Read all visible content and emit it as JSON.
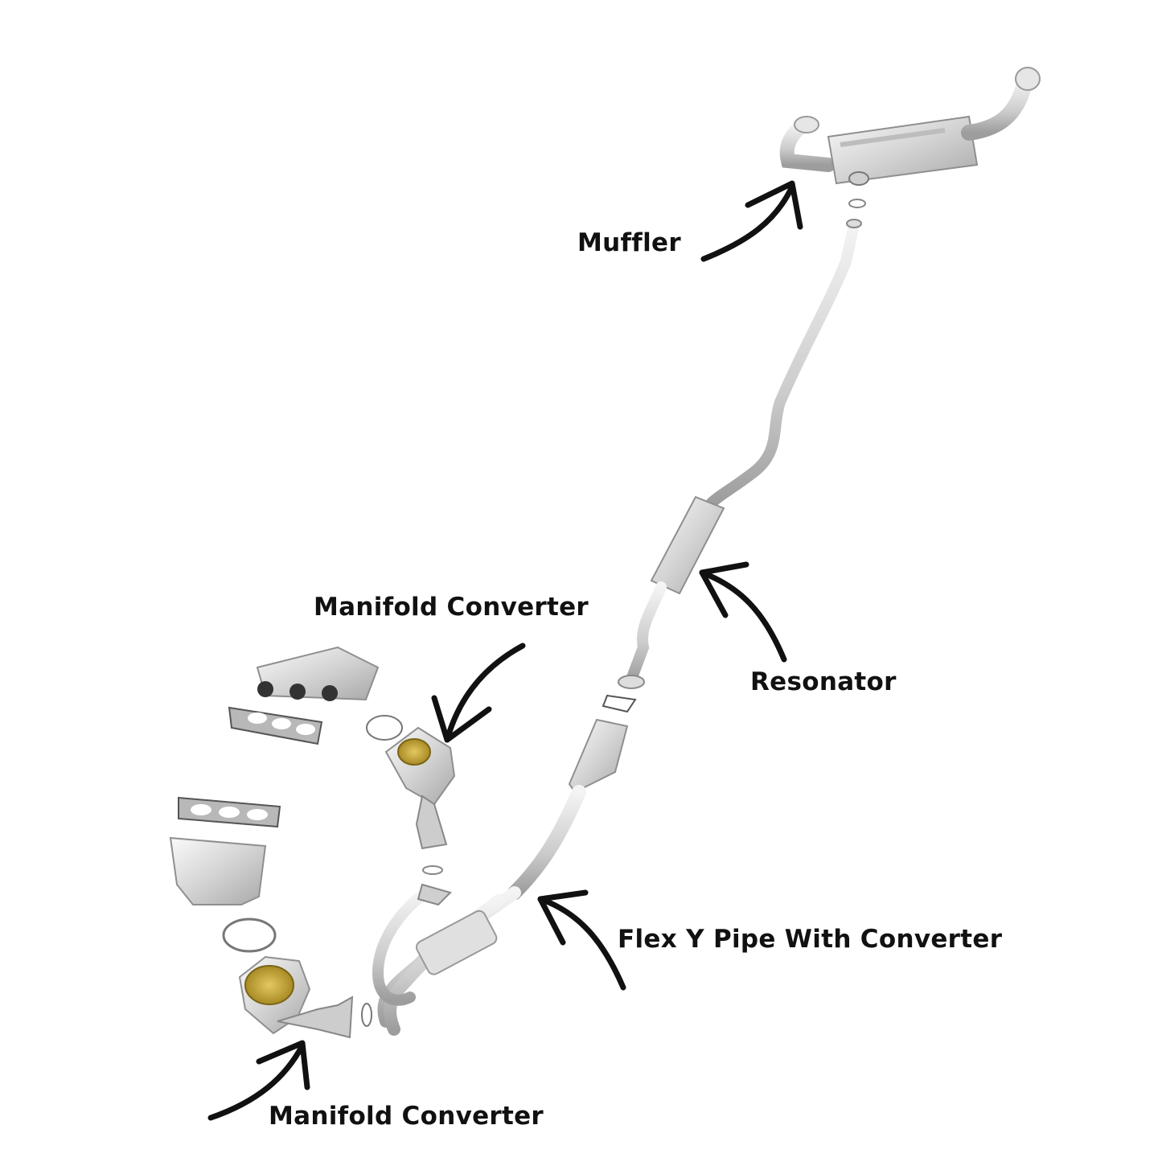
{
  "labels": {
    "muffler": "Muffler",
    "resonator": "Resonator",
    "manifold_converter_upper": "Manifold Converter",
    "flex_y_pipe": "Flex Y Pipe With Converter",
    "manifold_converter_lower": "Manifold Converter"
  },
  "colors": {
    "background": "#ffffff",
    "text": "#111111",
    "arrow": "#111111",
    "metal_light": "#eeeeee",
    "metal_mid": "#cfcfcf",
    "metal_dark": "#9a9a9a",
    "catalyst_gold": "#c9a93a",
    "gasket": "#6e6e6e"
  },
  "icons": [
    "curved-arrow-icon"
  ]
}
